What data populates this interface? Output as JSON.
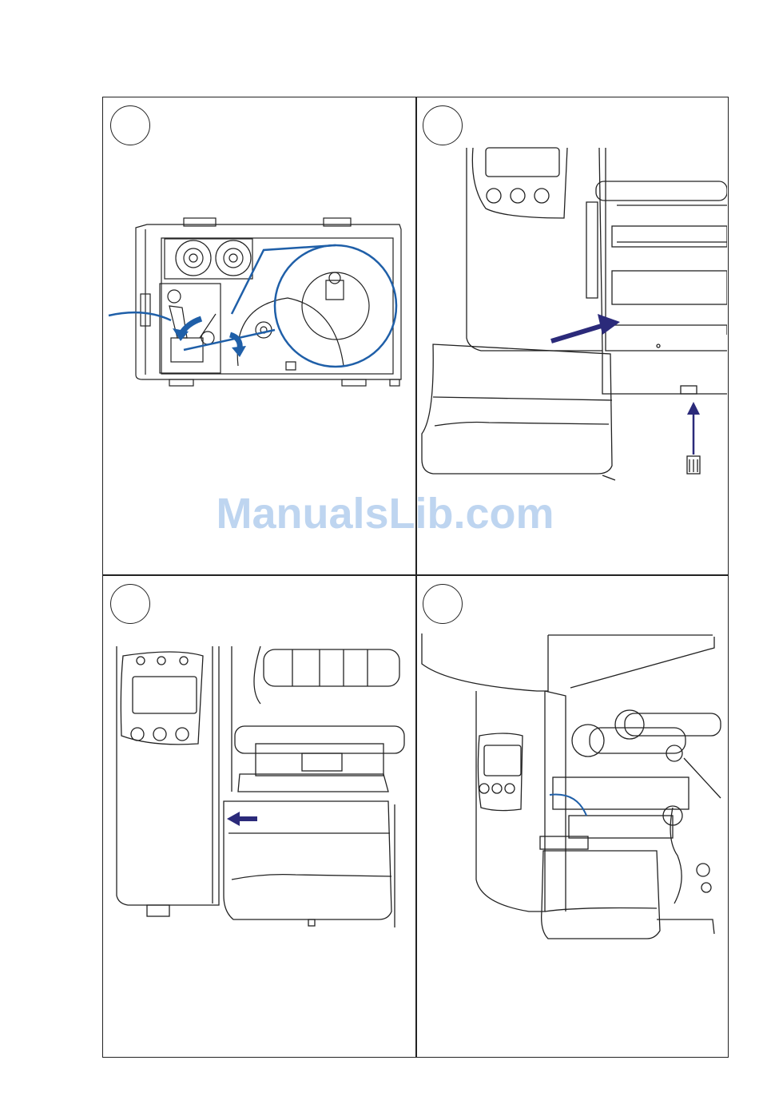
{
  "page": {
    "watermark": "ManualsLib.com",
    "accent_color": "#1f5fa8",
    "arrow_color": "#2b2a7a"
  },
  "panels": [
    {
      "id": 1,
      "title": "",
      "illustration": "printer-side-view-media-path"
    },
    {
      "id": 2,
      "title": "",
      "illustration": "front-cover-installation"
    },
    {
      "id": 3,
      "title": "",
      "illustration": "printer-front-open-cover"
    },
    {
      "id": 4,
      "title": "",
      "illustration": "printer-iso-view-printhead-lever"
    }
  ]
}
